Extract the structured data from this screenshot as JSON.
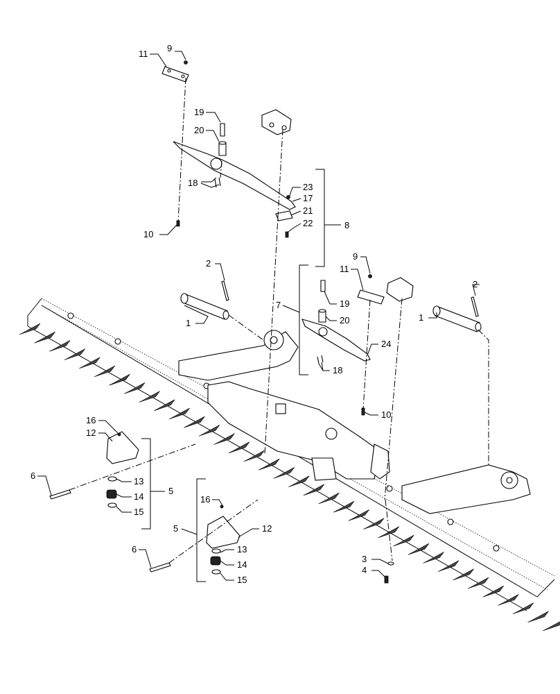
{
  "callouts": [
    {
      "id": "c11a",
      "text": "11"
    },
    {
      "id": "c9a",
      "text": "9"
    },
    {
      "id": "c19a",
      "text": "19"
    },
    {
      "id": "c20a",
      "text": "20"
    },
    {
      "id": "c18a",
      "text": "18"
    },
    {
      "id": "c23",
      "text": "23"
    },
    {
      "id": "c17",
      "text": "17"
    },
    {
      "id": "c21",
      "text": "21"
    },
    {
      "id": "c22",
      "text": "22"
    },
    {
      "id": "c8",
      "text": "8"
    },
    {
      "id": "c10a",
      "text": "10"
    },
    {
      "id": "c2a",
      "text": "2"
    },
    {
      "id": "c1a",
      "text": "1"
    },
    {
      "id": "c9b",
      "text": "9"
    },
    {
      "id": "c11b",
      "text": "11"
    },
    {
      "id": "c7",
      "text": "7"
    },
    {
      "id": "c19b",
      "text": "19"
    },
    {
      "id": "c20b",
      "text": "20"
    },
    {
      "id": "c24",
      "text": "24"
    },
    {
      "id": "c18b",
      "text": "18"
    },
    {
      "id": "c2b",
      "text": "2"
    },
    {
      "id": "c1b",
      "text": "1"
    },
    {
      "id": "c10b",
      "text": "10"
    },
    {
      "id": "c16a",
      "text": "16"
    },
    {
      "id": "c12a",
      "text": "12"
    },
    {
      "id": "c6a",
      "text": "6"
    },
    {
      "id": "c13a",
      "text": "13"
    },
    {
      "id": "c14a",
      "text": "14"
    },
    {
      "id": "c15a",
      "text": "15"
    },
    {
      "id": "c5a",
      "text": "5"
    },
    {
      "id": "c16b",
      "text": "16"
    },
    {
      "id": "c5b",
      "text": "5"
    },
    {
      "id": "c12b",
      "text": "12"
    },
    {
      "id": "c6b",
      "text": "6"
    },
    {
      "id": "c13b",
      "text": "13"
    },
    {
      "id": "c14b",
      "text": "14"
    },
    {
      "id": "c15b",
      "text": "15"
    },
    {
      "id": "c3",
      "text": "3"
    },
    {
      "id": "c4",
      "text": "4"
    }
  ]
}
